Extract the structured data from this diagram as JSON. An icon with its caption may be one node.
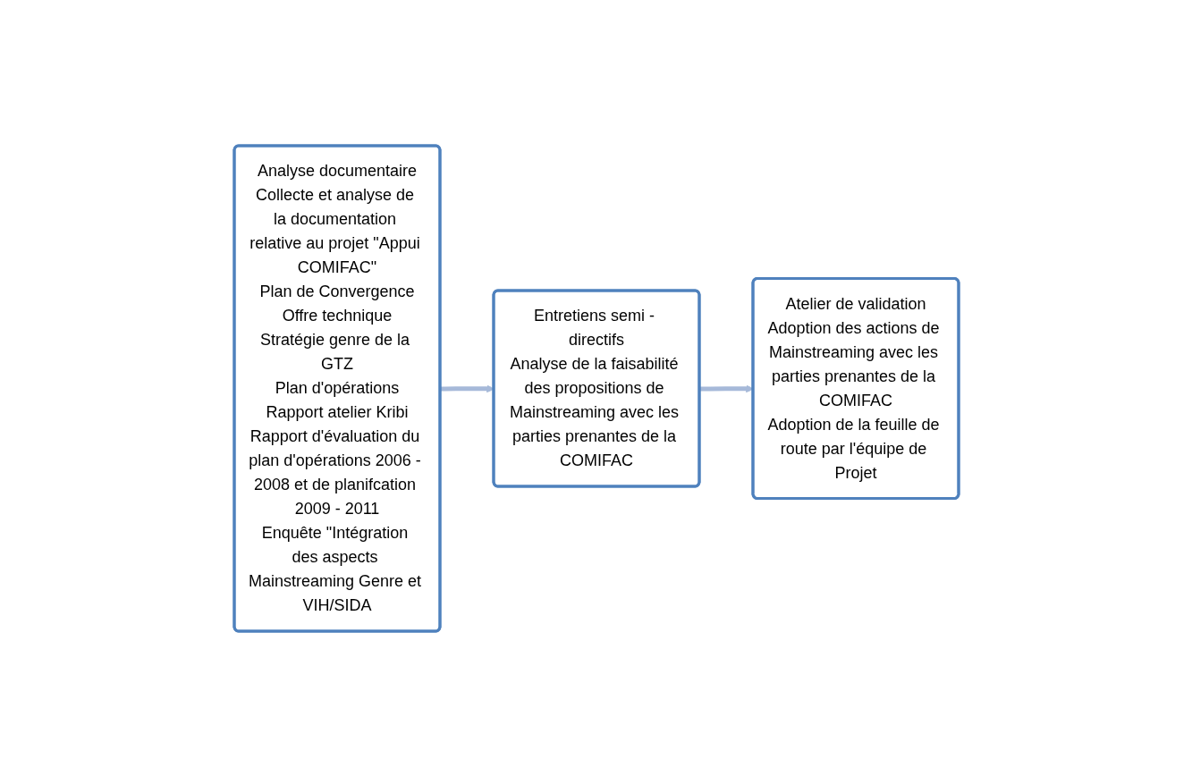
{
  "diagram": {
    "nodes": [
      {
        "text": [
          "Analyse documentaire",
          "Collecte et analyse de la documentation relative au projet \"Appui COMIFAC\"",
          "Plan de Convergence",
          "Offre technique",
          "Stratégie genre de la GTZ",
          "Plan d'opérations",
          "Rapport atelier Kribi",
          "Rapport d'évaluation du plan d'opérations 2006 - 2008 et de planifcation 2009 - 2011",
          "Enquête \"Intégration des aspects Mainstreaming Genre et VIH/SIDA"
        ]
      },
      {
        "text": [
          "Entretiens semi - directifs",
          "Analyse de la faisabilité des propositions de Mainstreaming avec les parties prenantes de la COMIFAC"
        ]
      },
      {
        "text": [
          "Atelier de validation",
          "Adoption des actions de Mainstreaming avec les parties prenantes de la COMIFAC",
          "Adoption de la feuille de route par l'équipe de Projet"
        ]
      }
    ],
    "edges": [
      {
        "from": 0,
        "to": 1,
        "arrow": "to"
      },
      {
        "from": 1,
        "to": 2,
        "arrow": "to"
      }
    ]
  }
}
